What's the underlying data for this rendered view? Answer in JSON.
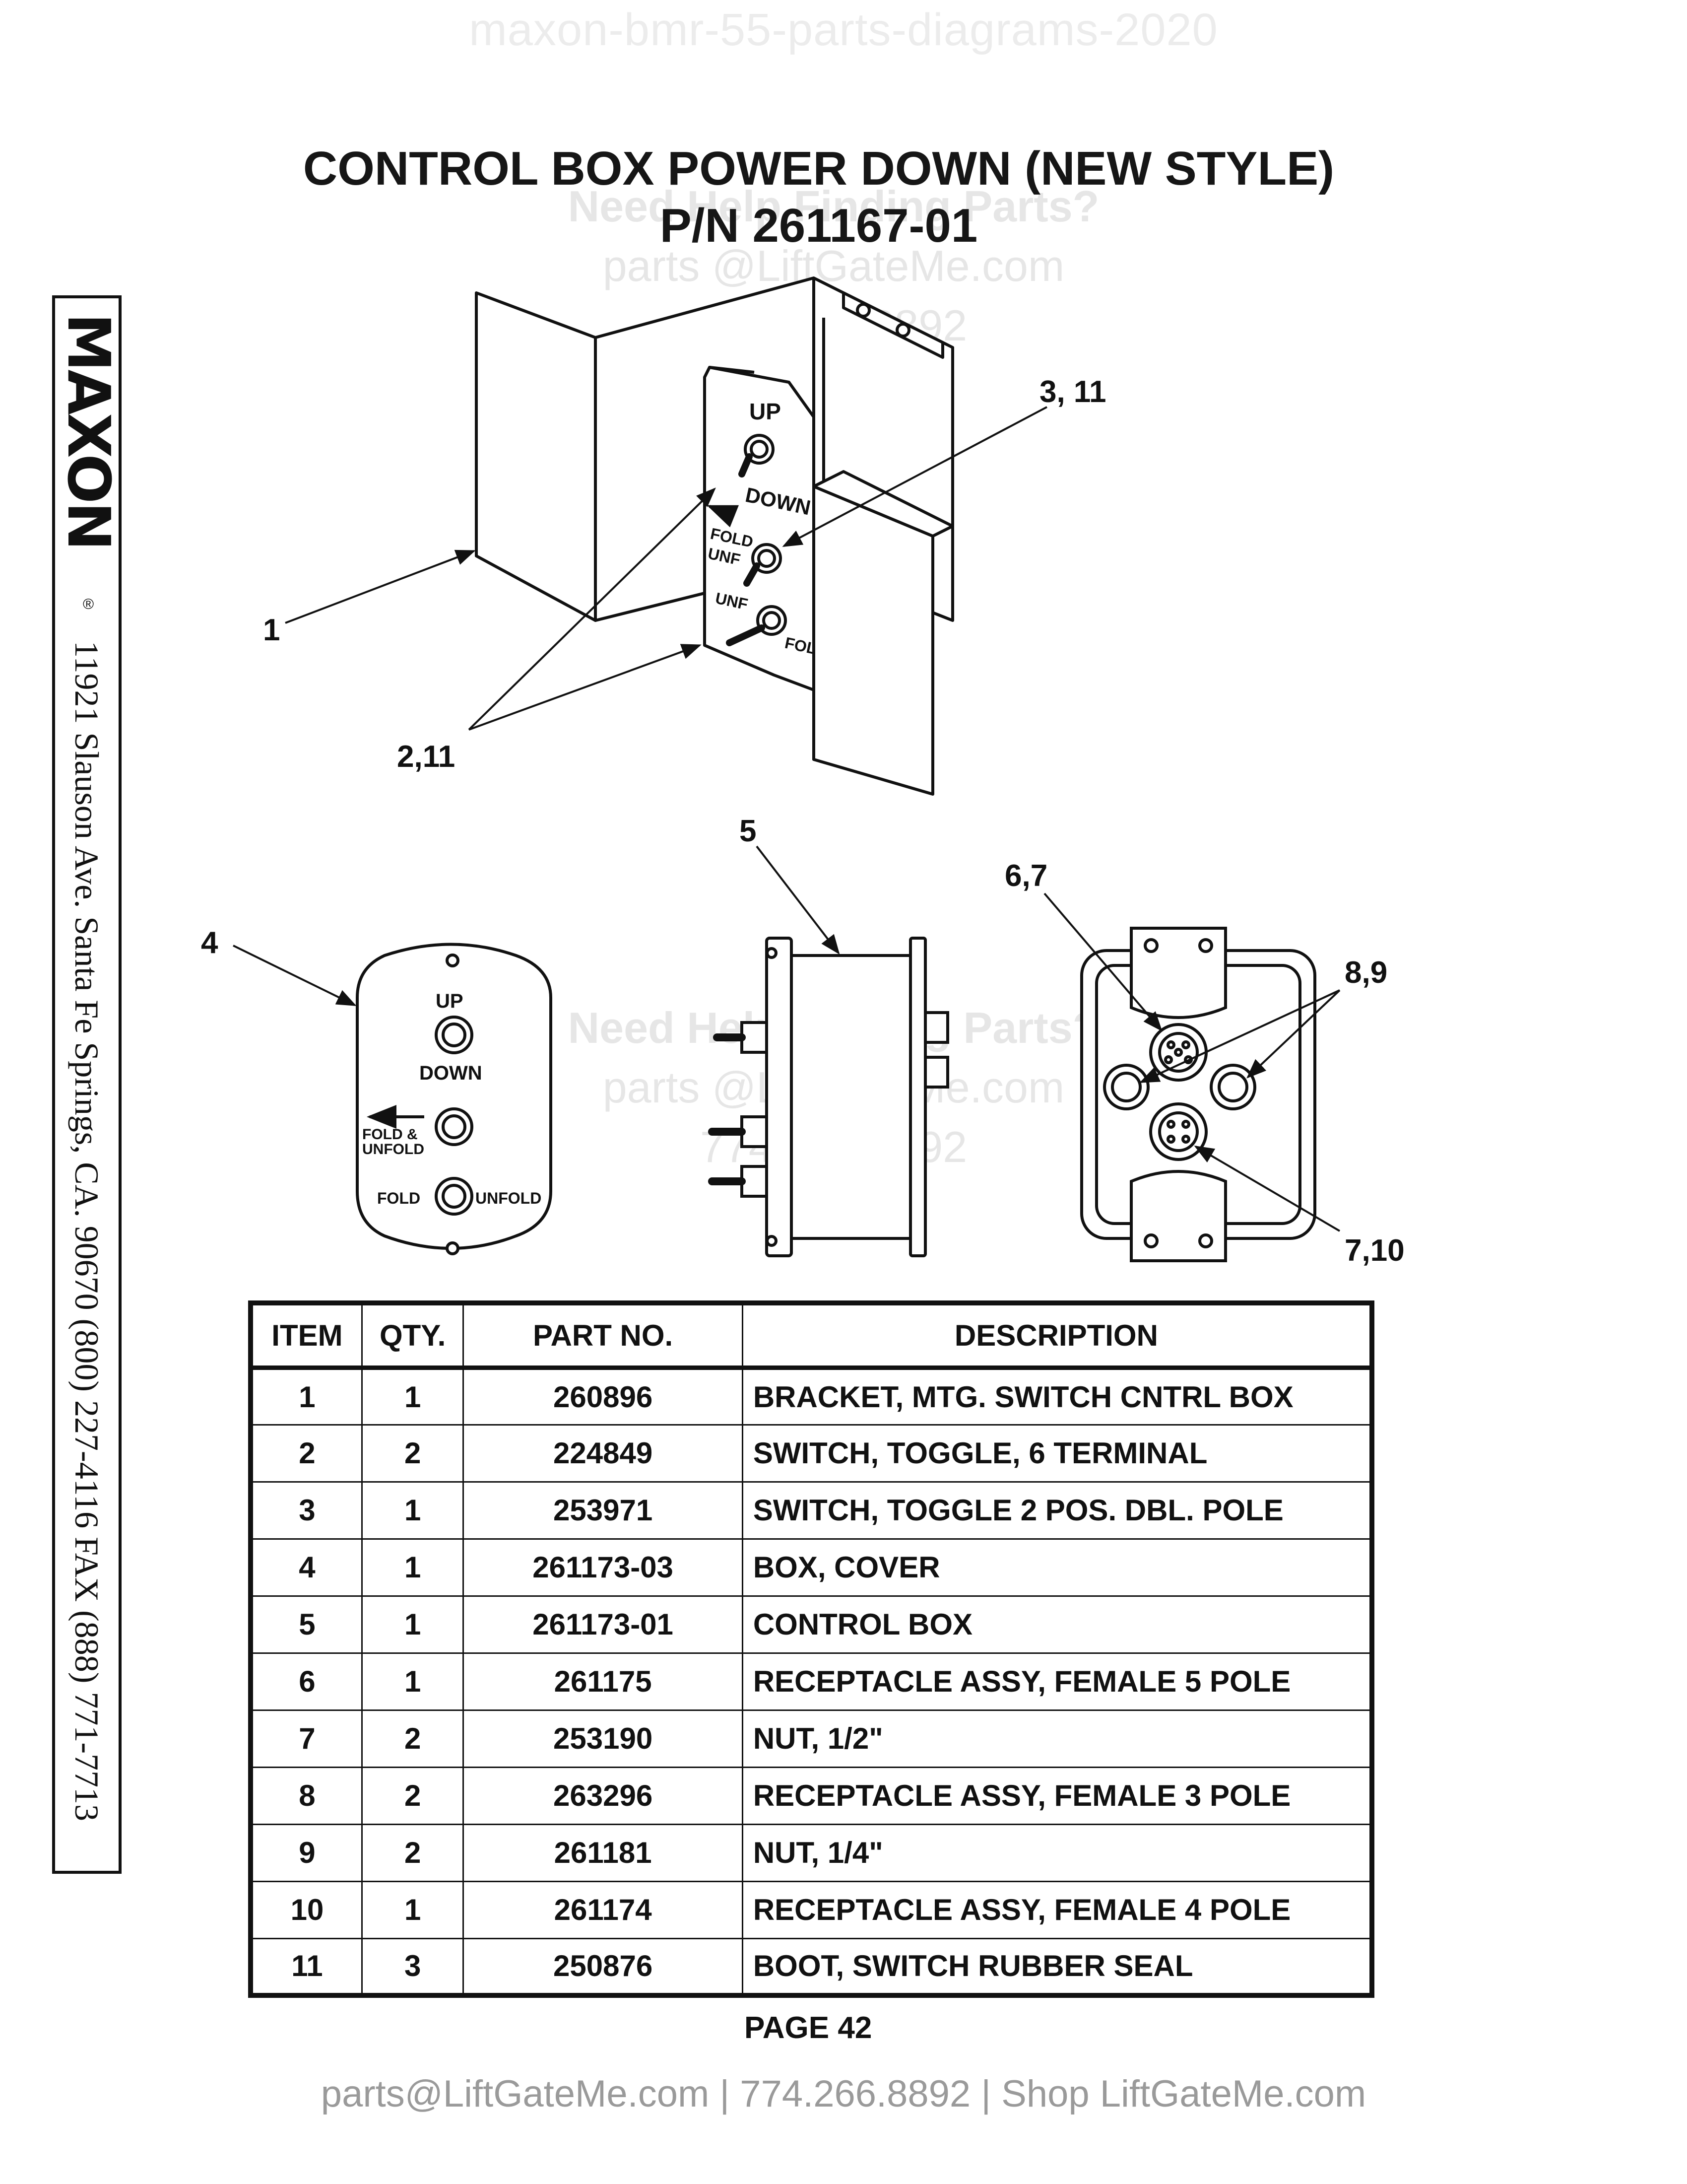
{
  "watermark_top": "maxon-bmr-55-parts-diagrams-2020",
  "header": {
    "title": "CONTROL BOX POWER DOWN (NEW STYLE)",
    "part_number": "P/N 261167-01"
  },
  "watermark_blocks": [
    {
      "line1": "Need Help Finding Parts?",
      "line2": "parts @LiftGateMe.com",
      "line3": "774.266.8892"
    },
    {
      "line1": "Need Help Finding Parts?",
      "line2": "parts @LiftGateMe.com",
      "line3": "774.266.8892"
    }
  ],
  "sidebar": {
    "logo": "MAXON",
    "registered": "®",
    "address": "11921 Slauson Ave.  Santa Fe Springs, CA.  90670  (800) 227-4116  FAX (888) 771-7713"
  },
  "diagram": {
    "panel_labels": {
      "up": "UP",
      "down": "DOWN",
      "fold": "FOLD",
      "unfold": "UNF",
      "unfold2": "UNF",
      "fold2": "FOL"
    },
    "cover_labels": {
      "up": "UP",
      "down": "DOWN",
      "fold_unfold_1": "FOLD &",
      "fold_unfold_2": "UNFOLD",
      "fold": "FOLD",
      "unfold": "UNFOLD"
    },
    "callouts": {
      "c1": "1",
      "c2": "2,11",
      "c3": "3, 11",
      "c4": "4",
      "c5": "5",
      "c67": "6,7",
      "c89": "8,9",
      "c710": "7,10"
    }
  },
  "parts_table": {
    "headers": [
      "ITEM",
      "QTY.",
      "PART NO.",
      "DESCRIPTION"
    ],
    "rows": [
      {
        "item": "1",
        "qty": "1",
        "part": "260896",
        "desc": "BRACKET, MTG. SWITCH CNTRL BOX"
      },
      {
        "item": "2",
        "qty": "2",
        "part": "224849",
        "desc": "SWITCH, TOGGLE, 6 TERMINAL"
      },
      {
        "item": "3",
        "qty": "1",
        "part": "253971",
        "desc": "SWITCH, TOGGLE 2 POS. DBL. POLE"
      },
      {
        "item": "4",
        "qty": "1",
        "part": "261173-03",
        "desc": "BOX, COVER"
      },
      {
        "item": "5",
        "qty": "1",
        "part": "261173-01",
        "desc": "CONTROL BOX"
      },
      {
        "item": "6",
        "qty": "1",
        "part": "261175",
        "desc": "RECEPTACLE ASSY, FEMALE 5 POLE"
      },
      {
        "item": "7",
        "qty": "2",
        "part": "253190",
        "desc": "NUT, 1/2\""
      },
      {
        "item": "8",
        "qty": "2",
        "part": "263296",
        "desc": "RECEPTACLE ASSY, FEMALE 3 POLE"
      },
      {
        "item": "9",
        "qty": "2",
        "part": "261181",
        "desc": "NUT, 1/4\""
      },
      {
        "item": "10",
        "qty": "1",
        "part": "261174",
        "desc": "RECEPTACLE ASSY, FEMALE 4 POLE"
      },
      {
        "item": "11",
        "qty": "3",
        "part": "250876",
        "desc": "BOOT, SWITCH RUBBER SEAL"
      }
    ]
  },
  "page_number": "PAGE 42",
  "footer": "parts@LiftGateMe.com | 774.266.8892 | Shop LiftGateMe.com"
}
